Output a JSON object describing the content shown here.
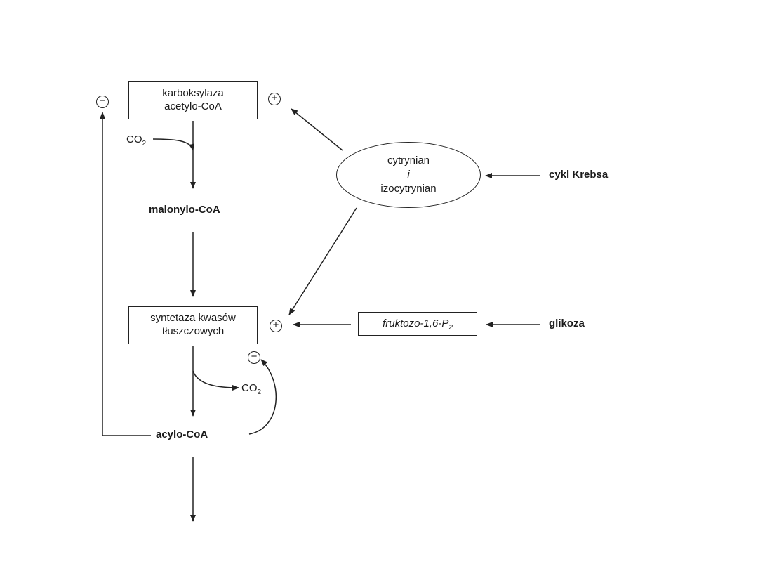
{
  "enzyme_acc": {
    "line1": "karboksylaza",
    "line2": "acetylo-CoA"
  },
  "enzyme_fas": {
    "line1": "syntetaza kwasów",
    "line2": "tłuszczowych"
  },
  "citrate": {
    "line1": "cytrynian",
    "line2": "i",
    "line3": "izocytrynian"
  },
  "f16bp": {
    "text": "fruktozo-1,6-",
    "p": "P",
    "sub": "2"
  },
  "malonyl": "malonylo-CoA",
  "acyl": "acylo-CoA",
  "krebs": "cykl Krebsa",
  "glucose": "glikoza",
  "co2_top": {
    "text": "CO",
    "sub": "2"
  },
  "co2_bottom": {
    "text": "CO",
    "sub": "2"
  },
  "minus_sign": "−",
  "plus_sign": "+"
}
